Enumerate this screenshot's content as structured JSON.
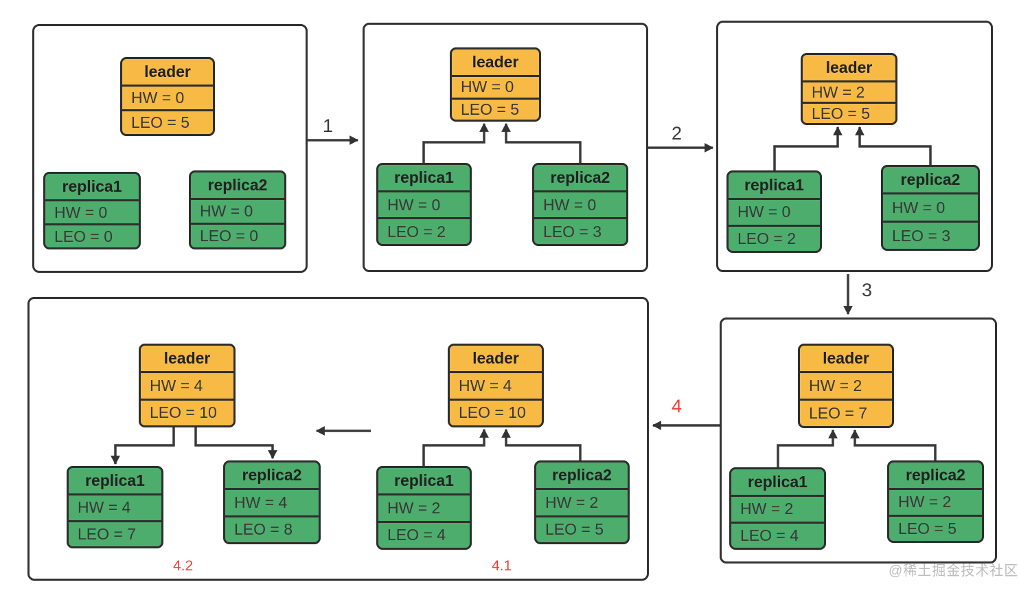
{
  "colors": {
    "leader_fill": "#f6ba45",
    "replica_fill": "#4dad6c",
    "box_border": "#2e2e2e",
    "panel_border": "#333333",
    "arrow": "#3a3a3a",
    "red_label": "#ef413c",
    "watermark_gray": "#bdbdbd"
  },
  "panels": [
    {
      "name": "step-0",
      "nodes": [
        {
          "title": "leader",
          "hw": "HW = 0",
          "leo": "LEO = 5"
        },
        {
          "title": "replica1",
          "hw": "HW = 0",
          "leo": "LEO = 0"
        },
        {
          "title": "replica2",
          "hw": "HW = 0",
          "leo": "LEO = 0"
        }
      ]
    },
    {
      "name": "step-1",
      "nodes": [
        {
          "title": "leader",
          "hw": "HW = 0",
          "leo": "LEO = 5"
        },
        {
          "title": "replica1",
          "hw": "HW = 0",
          "leo": "LEO = 2"
        },
        {
          "title": "replica2",
          "hw": "HW = 0",
          "leo": "LEO = 3"
        }
      ]
    },
    {
      "name": "step-2",
      "nodes": [
        {
          "title": "leader",
          "hw": "HW = 2",
          "leo": "LEO = 5"
        },
        {
          "title": "replica1",
          "hw": "HW = 0",
          "leo": "LEO = 2"
        },
        {
          "title": "replica2",
          "hw": "HW = 0",
          "leo": "LEO = 3"
        }
      ]
    },
    {
      "name": "step-3",
      "nodes": [
        {
          "title": "leader",
          "hw": "HW = 2",
          "leo": "LEO = 7"
        },
        {
          "title": "replica1",
          "hw": "HW = 2",
          "leo": "LEO = 4"
        },
        {
          "title": "replica2",
          "hw": "HW = 2",
          "leo": "LEO = 5"
        }
      ]
    },
    {
      "name": "step-4",
      "subpanels": [
        {
          "label": "4.2",
          "nodes": [
            {
              "title": "leader",
              "hw": "HW = 4",
              "leo": "LEO = 10"
            },
            {
              "title": "replica1",
              "hw": "HW = 4",
              "leo": "LEO = 7"
            },
            {
              "title": "replica2",
              "hw": "HW = 4",
              "leo": "LEO = 8"
            }
          ]
        },
        {
          "label": "4.1",
          "nodes": [
            {
              "title": "leader",
              "hw": "HW = 4",
              "leo": "LEO = 10"
            },
            {
              "title": "replica1",
              "hw": "HW = 2",
              "leo": "LEO = 4"
            },
            {
              "title": "replica2",
              "hw": "HW = 2",
              "leo": "LEO = 5"
            }
          ]
        }
      ]
    }
  ],
  "connectors": [
    {
      "label": "1",
      "direction": "right"
    },
    {
      "label": "2",
      "direction": "right"
    },
    {
      "label": "3",
      "direction": "down"
    },
    {
      "label": "4",
      "direction": "left"
    }
  ],
  "watermark": "@稀土掘金技术社区"
}
